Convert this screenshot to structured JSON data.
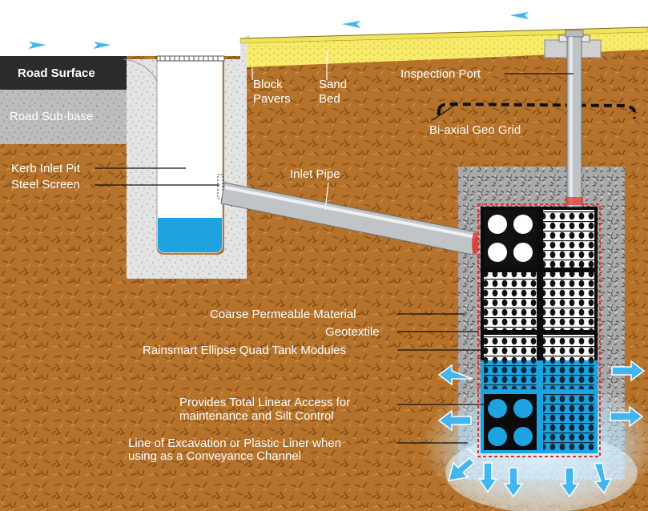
{
  "labels": {
    "road_surface": "Road Surface",
    "road_subbase": "Road Sub-base",
    "kerb_inlet_pit": "Kerb Inlet Pit",
    "steel_screen": "Steel Screen",
    "block_pavers_1": "Block",
    "block_pavers_2": "Pavers",
    "sand_bed_1": "Sand",
    "sand_bed_2": "Bed",
    "inspection_port": "Inspection Port",
    "geo_grid": "Bi-axial Geo Grid",
    "inlet_pipe": "Inlet Pipe",
    "coarse_material": "Coarse Permeable Material",
    "geotextile": "Geotextile",
    "tank_modules": "Rainsmart Ellipse Quad Tank Modules",
    "access_1": "Provides Total Linear Access for",
    "access_2": "maintenance and Silt Control",
    "excavation_1": "Line of Excavation or Plastic Liner when",
    "excavation_2": "using as a Conveyance Channel"
  },
  "colors": {
    "soil": "#b5722a",
    "road_surface": "#2b2b2b",
    "subbase": "#bdbdbd",
    "concrete": "#e4e4e4",
    "sand": "#f7ec6a",
    "water": "#1ea2e0",
    "flow_arrow": "#42b6ef",
    "geotextile": "#e03024"
  }
}
